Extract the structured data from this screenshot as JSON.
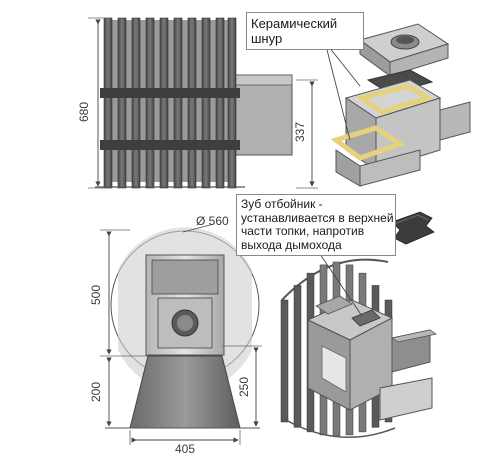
{
  "dimensions": {
    "height_total": "680",
    "flue_height": "337",
    "diameter": "Ø 560",
    "body_height": "500",
    "base_height_left": "200",
    "base_height_right": "250",
    "base_width": "405"
  },
  "callouts": {
    "ceramic_cord": {
      "lines": [
        "Керамический",
        "шнур"
      ]
    },
    "deflector_tooth": {
      "lines": [
        "Зуб отбойник -",
        "устанавливается в верхней",
        "части топки, напротив",
        "выхода дымохода"
      ]
    }
  },
  "colors": {
    "metal_dark": "#5a5a5a",
    "metal_mid": "#8a8a8a",
    "metal_light": "#c8c8c8",
    "cord_yellow": "#e6d27a",
    "line": "#444444"
  }
}
